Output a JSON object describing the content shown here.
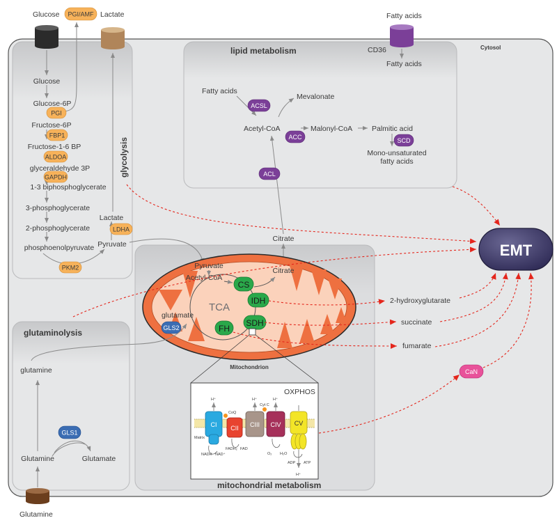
{
  "transporters": {
    "glucose": "Glucose",
    "lactate": "Lactate",
    "fatty_acids": "Fatty acids",
    "cd36": "CD36",
    "glutamine": "Glutamine"
  },
  "regions": {
    "cytosol": "Cytosol",
    "glycolysis": "glycolysis",
    "lipid": "lipid metabolism",
    "glutaminolysis": "glutaminolysis",
    "mito_metabolism": "mitochondrial metabolism",
    "mitochondrion": "Mitochondrion",
    "oxphos": "OXPHOS",
    "tca": "TCA"
  },
  "enzymes": {
    "pgi_amf": "PGI/AMF",
    "pgi": "PGI",
    "fbp1": "FBP1",
    "aldoa": "ALDOA",
    "gapdh": "GAPDH",
    "ldha": "LDHA",
    "pkm2": "PKM2",
    "acsl": "ACSL",
    "acc": "ACC",
    "scd": "SCD",
    "acl": "ACL",
    "cs": "CS",
    "idh": "IDH",
    "sdh": "SDH",
    "fh": "FH",
    "gls2": "GLS2",
    "gls1": "GLS1",
    "can": "CaN"
  },
  "metabolites": {
    "glucose": "Glucose",
    "glucose6p": "Glucose-6P",
    "fructose6p": "Fructose-6P",
    "fructose16bp": "Fructose-1-6 BP",
    "g3p": "glyceraldehyde 3P",
    "bpg13": "1-3 biphosphoglycerate",
    "pg3": "3-phosphoglycerate",
    "pg2": "2-phosphoglycerate",
    "pep": "phosphoenolpyruvate",
    "pyruvate": "Pyruvate",
    "lactate": "Lactate",
    "fatty_acids_in": "Fatty acids",
    "fatty_acids_lipid": "Fatty acids",
    "mevalonate": "Mevalonate",
    "acetyl_coa_cyto": "Acetyl-CoA",
    "malonyl_coa": "Malonyl-CoA",
    "palmitic_acid": "Palmitic acid",
    "mufa_line1": "Mono-unsaturated",
    "mufa_line2": "fatty acids",
    "citrate_cyto": "Citrate",
    "pyruvate_mito": "Pyruvate",
    "acetyl_coa_mito": "Acetyl-CoA",
    "citrate_mito": "Citrate",
    "glutamate_mito": "glutamate",
    "hydroxyglutarate": "2-hydroxyglutarate",
    "succinate": "succinate",
    "fumarate": "fumarate",
    "glutamine_cyto": "glutamine",
    "glutamine_low": "Glutamine",
    "glutamate_low": "Glutamate"
  },
  "emt": "EMT",
  "etc": {
    "complexes": [
      "CI",
      "CII",
      "CIII",
      "CIV",
      "CV"
    ],
    "coq": "CoQ",
    "cytc": "Cyt C",
    "matrix": "Matrix",
    "nadh": "NADH",
    "nad": "NAD⁺",
    "fadh": "FADH₂",
    "fad": "FAD",
    "o2": "O₂",
    "h2o": "H₂O",
    "adp": "ADP",
    "atp": "ATP",
    "hplus": "H⁺"
  },
  "colors": {
    "panel": "#e6e7e8",
    "panel_dark": "#bcbec0",
    "glycolysis_enzyme": "#f7b25a",
    "lipid_enzyme": "#7b3f98",
    "tca_enzyme": "#2aa84a",
    "gls": "#3b6db3",
    "can": "#e8529a",
    "mito": "#ee7040",
    "emt": "#3d3966",
    "arrow_red": "#e4261c"
  }
}
